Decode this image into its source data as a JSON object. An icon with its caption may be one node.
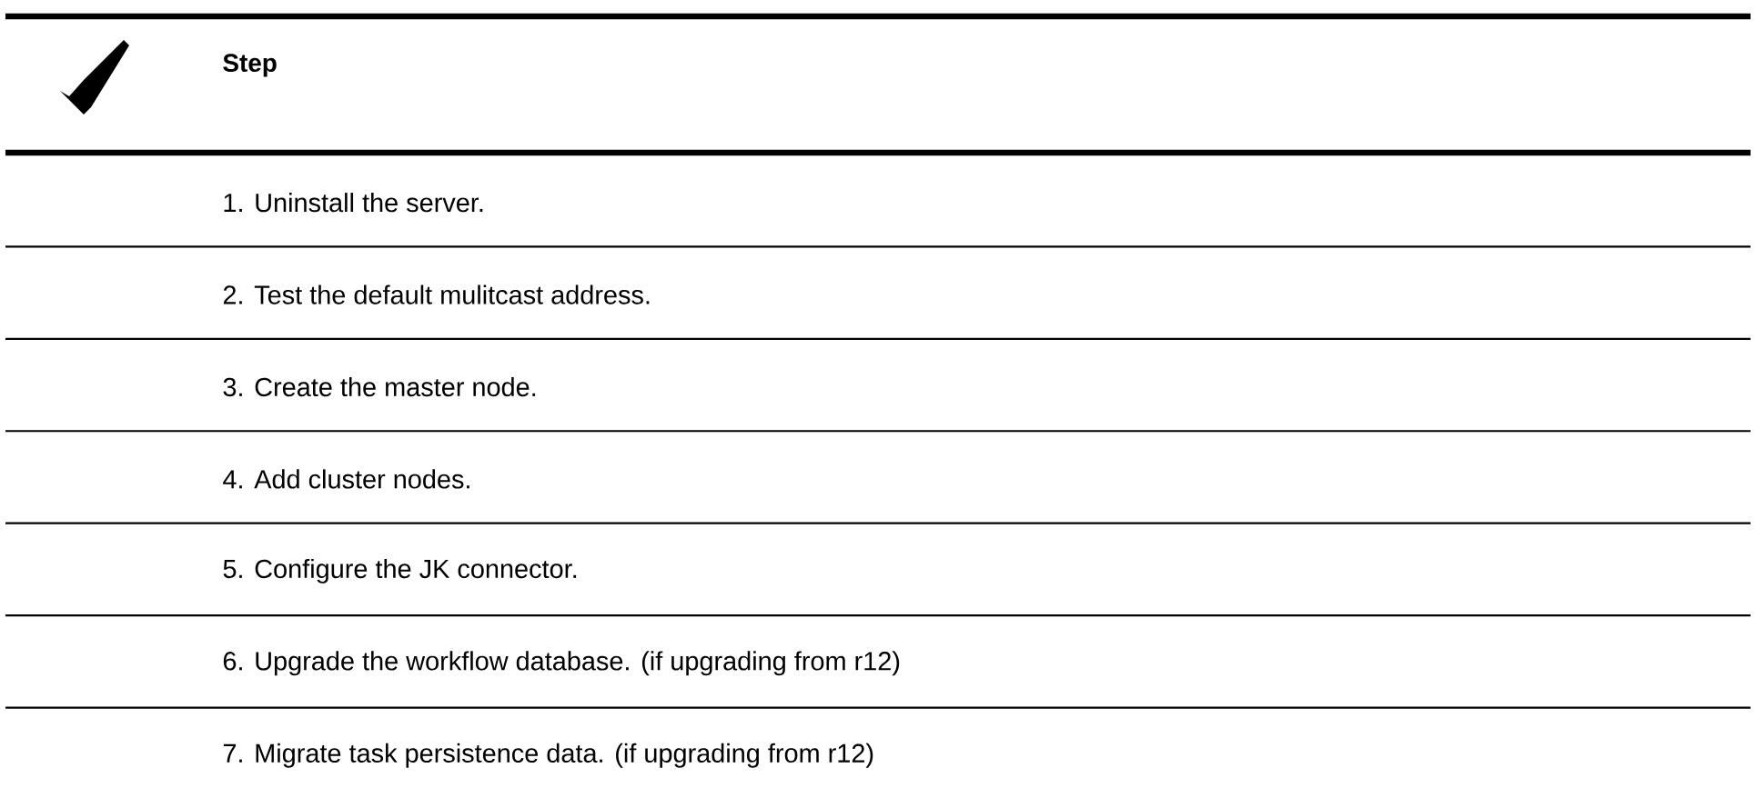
{
  "diagram": {
    "labels": [
      "Step",
      "1. Uninstall the server.",
      "2. Test the default mulitcast address.",
      "3. Create the master node.",
      "4. Add cluster nodes.",
      "5. Configure the JK connector.",
      "6. Upgrade the workflow database. (if upgrading from r12)",
      "7. Migrate task persistence data. (if upgrading from r12)"
    ]
  }
}
